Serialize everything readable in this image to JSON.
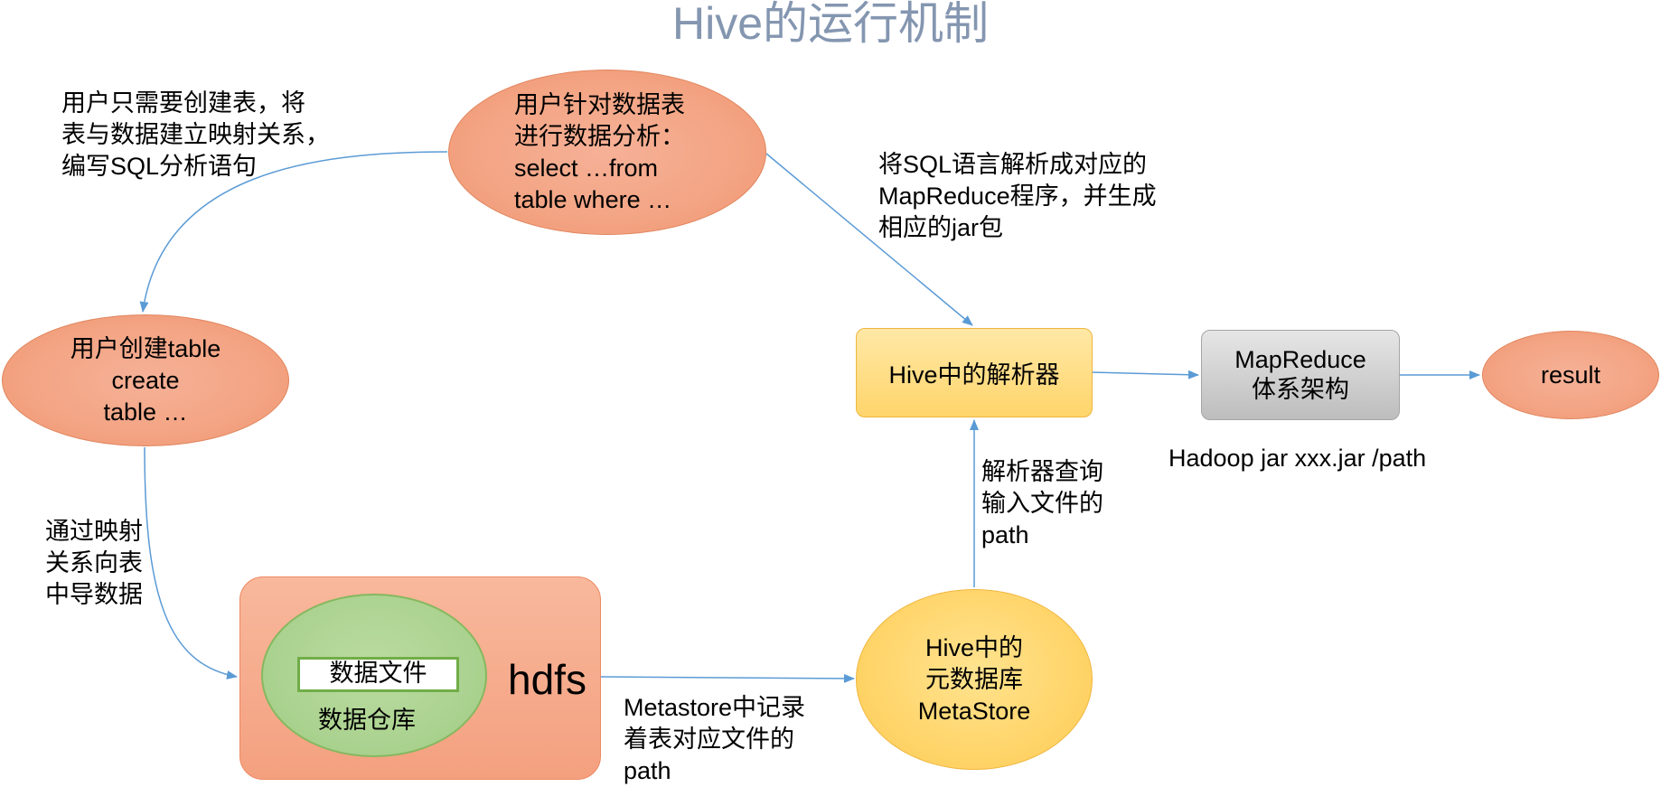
{
  "title": "Hive的运行机制",
  "nodes": {
    "query": {
      "lines": [
        "用户针对数据表",
        "进行数据分析：",
        "select …from",
        "table where …"
      ]
    },
    "create_table": {
      "lines": [
        "用户创建table",
        "create",
        "table …"
      ]
    },
    "parser": {
      "label": "Hive中的解析器"
    },
    "mapreduce": {
      "lines": [
        "MapReduce",
        "体系架构"
      ]
    },
    "result": {
      "label": "result"
    },
    "metastore": {
      "lines": [
        "Hive中的",
        "元数据库",
        "MetaStore"
      ]
    },
    "hdfs": {
      "label": "hdfs",
      "data_file": "数据文件",
      "warehouse": "数据仓库"
    }
  },
  "notes": {
    "create_note": [
      "用户只需要创建表，将",
      "表与数据建立映射关系，",
      "编写SQL分析语句"
    ],
    "sql_note": [
      "将SQL语言解析成对应的",
      "MapReduce程序，并生成",
      "相应的jar包"
    ],
    "load_note": [
      "通过映射",
      "关系向表",
      "中导数据"
    ],
    "query_path_note": [
      "解析器查询",
      "输入文件的",
      "path"
    ],
    "metastore_note": [
      "Metastore中记录",
      "着表对应文件的",
      "path"
    ],
    "hadoop_cmd": "Hadoop jar xxx.jar /path"
  },
  "colors": {
    "title": "#8496b0",
    "orange_node": "#f4a886",
    "yellow_node": "#ffd66b",
    "gray_node": "#c9c9c9",
    "green_node": "#a9d18e",
    "arrow": "#5b9bd5"
  }
}
